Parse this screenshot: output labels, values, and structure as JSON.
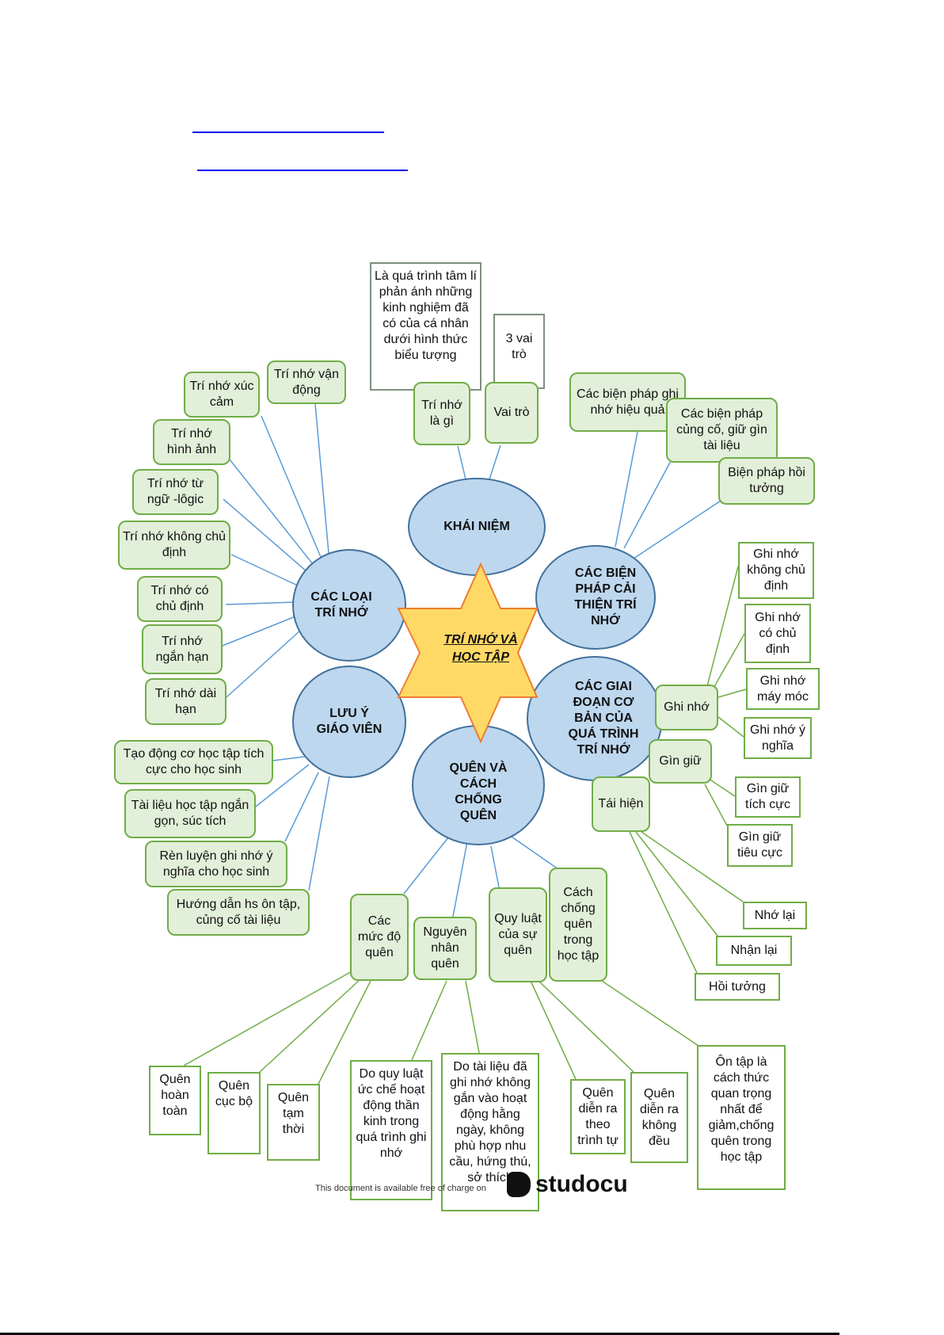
{
  "colors": {
    "ellipse_fill": "#bdd7ee",
    "ellipse_stroke": "#41719c",
    "box_fill": "#e2efd9",
    "box_stroke": "#70ad47",
    "star_fill": "#ffd966",
    "star_stroke": "#ed7d31",
    "link": "#0000ee"
  },
  "center": "TRÍ NHỚ VÀ HỌC TẬP",
  "topics": {
    "khai_niem": "KHÁI NIỆM",
    "cac_loai": "CÁC LOẠI TRÍ NHỚ",
    "bien_phap": "CÁC BIỆN PHÁP CẢI THIỆN TRÍ NHỚ",
    "luu_y": "LƯU Ý GIÁO VIÊN",
    "giai_doan": "CÁC GIAI ĐOẠN CƠ BẢN CỦA QUÁ TRÌNH TRÍ NHỚ",
    "quen": "QUÊN VÀ CÁCH CHỐNG QUÊN"
  },
  "khai_niem": {
    "definition": "Là quá trình tâm lí phản ánh những kinh nghiệm đã có của cá nhân dưới hình thức biểu tượng",
    "roles_count": "3 vai trò",
    "what": "Trí nhớ là gì",
    "role": "Vai trò"
  },
  "cac_loai": [
    "Trí nhớ vận động",
    "Trí nhớ xúc cảm",
    "Trí nhớ hình ảnh",
    "Trí nhớ từ ngữ -lôgic",
    "Trí nhớ không chủ định",
    "Trí nhớ có chủ định",
    "Trí nhớ ngắn hạn",
    "Trí nhớ dài hạn"
  ],
  "bien_phap": [
    "Các biện pháp ghi nhớ hiệu quả",
    "Các biện pháp củng cố, giữ gìn tài liệu",
    "Biện pháp hồi tưởng"
  ],
  "luu_y": [
    "Tạo động cơ học tập tích cực cho học sinh",
    "Tài liệu học tập ngắn gọn, súc tích",
    "Rèn luyện ghi nhớ ý nghĩa cho học sinh",
    "Hướng dẫn hs ôn tập, củng cố tài liệu"
  ],
  "giai_doan": {
    "ghi_nho": "Ghi nhớ",
    "ghi_nho_items": [
      "Ghi nhớ không chủ định",
      "Ghi nhớ có chủ định",
      "Ghi nhớ máy móc",
      "Ghi nhớ ý nghĩa"
    ],
    "gin_giu": "Gìn giữ",
    "gin_giu_items": [
      "Gìn giữ tích cực",
      "Gìn giữ tiêu cực"
    ],
    "tai_hien": "Tái hiện",
    "tai_hien_items": [
      "Nhớ lại",
      "Nhận lại",
      "Hồi tưởng"
    ]
  },
  "quen": {
    "muc_do": "Các mức độ quên",
    "muc_do_items": [
      "Quên hoàn toàn",
      "Quên cục bộ",
      "Quên tạm thời"
    ],
    "nguyen_nhan": "Nguyên nhân quên",
    "nguyen_nhan_items": [
      "Do quy luật ức chế hoạt động thần kinh trong quá trình ghi nhớ",
      "Do tài liệu đã ghi nhớ không gắn vào hoạt động hằng ngày, không phù hợp nhu cầu, hứng thú, sở thích"
    ],
    "quy_luat": "Quy luật của sự quên",
    "quy_luat_items": [
      "Quên diễn ra theo trình tự",
      "Quên diễn ra không đều"
    ],
    "chong_quen": "Cách chống quên trong học tập",
    "chong_quen_items": [
      "Ôn tập là cách thức quan trọng nhất để giảm,chống quên trong học tập"
    ]
  },
  "watermark": {
    "text": "This document is available free of charge on",
    "logo": "studocu"
  }
}
